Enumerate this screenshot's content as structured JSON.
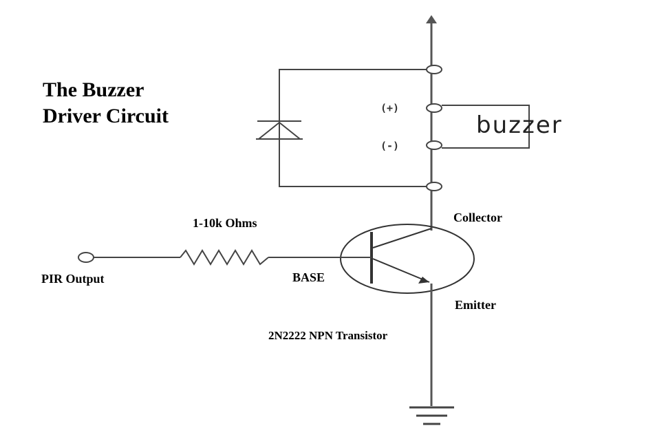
{
  "title": {
    "line1": "The Buzzer",
    "line2": "Driver Circuit"
  },
  "labels": {
    "resistor": "1-10k Ohms",
    "pir_output": "PIR Output",
    "base": "BASE",
    "collector": "Collector",
    "emitter": "Emitter",
    "transistor": "2N2222 NPN Transistor",
    "buzzer": "buzzer",
    "plus": "(+)",
    "minus": "(-)"
  },
  "colors": {
    "wire": "#555555",
    "text": "#000000"
  }
}
